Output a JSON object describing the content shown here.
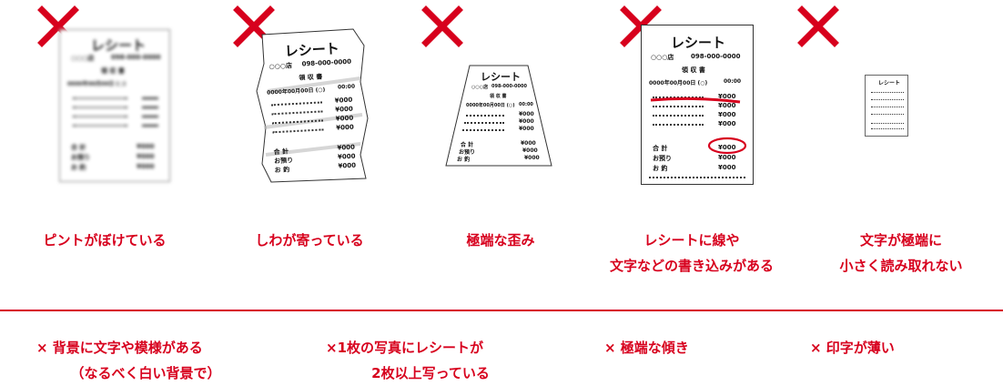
{
  "receipt": {
    "title": "レシート",
    "store": "○○○店",
    "phone": "098-000-0000",
    "header": "領 収 書",
    "date": "0000年00月00日 (○)",
    "time": "00:00",
    "item_price": "¥000",
    "total_label": "合 計",
    "deposit_label": "お預り",
    "change_label": "お 釣"
  },
  "examples": [
    {
      "label_lines": [
        "ピントがぼけている"
      ]
    },
    {
      "label_lines": [
        "しわが寄っている"
      ]
    },
    {
      "label_lines": [
        "極端な歪み"
      ]
    },
    {
      "label_lines": [
        "レシートに線や",
        "文字などの書き込みがある"
      ]
    },
    {
      "label_lines": [
        "文字が極端に",
        "小さく読み取れない"
      ]
    }
  ],
  "bottom_items": [
    {
      "lines": [
        "× 背景に文字や模様がある",
        "（なるべく白い背景で）"
      ]
    },
    {
      "lines": [
        "×1枚の写真にレシートが",
        "2枚以上写っている"
      ]
    },
    {
      "lines": [
        "× 極端な傾き"
      ]
    },
    {
      "lines": [
        "× 印字が薄い"
      ]
    }
  ],
  "colors": {
    "accent": "#d7001d",
    "ink": "#111111"
  },
  "icons": [
    "cross-mark-icon"
  ]
}
